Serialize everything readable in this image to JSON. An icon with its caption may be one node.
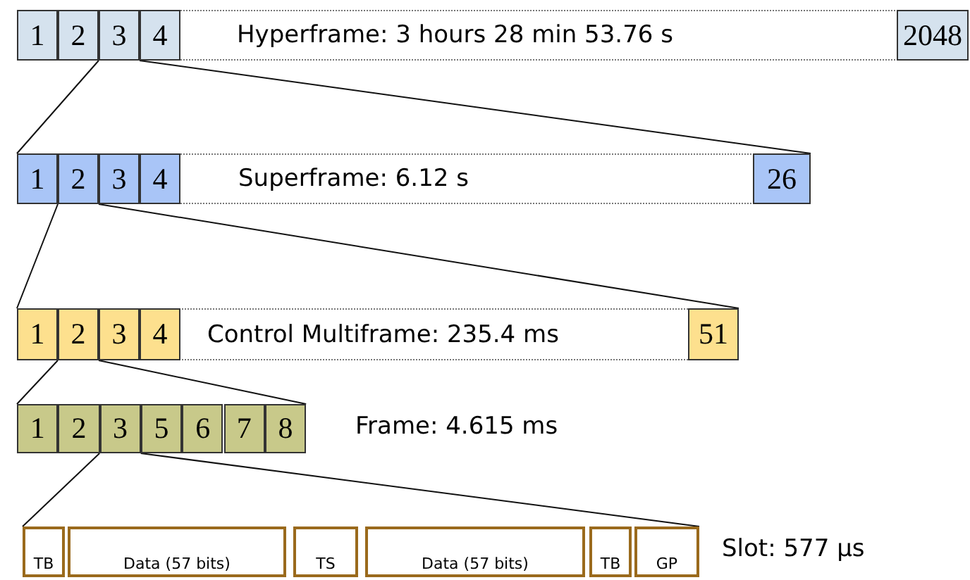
{
  "diagram": {
    "nodes": [
      {
        "text": [
          "Hyperframe: 3 hours 28 min 53.76 s"
        ]
      },
      {
        "text": [
          "1"
        ],
        "in": 0
      },
      {
        "text": [
          "2"
        ],
        "in": 0
      },
      {
        "text": [
          "3"
        ],
        "in": 0
      },
      {
        "text": [
          "4"
        ],
        "in": 0
      },
      {
        "text": [
          "2048"
        ],
        "in": 0
      },
      {
        "text": [
          "Superframe: 6.12 s"
        ]
      },
      {
        "text": [
          "1"
        ],
        "in": 6
      },
      {
        "text": [
          "2"
        ],
        "in": 6
      },
      {
        "text": [
          "3"
        ],
        "in": 6
      },
      {
        "text": [
          "4"
        ],
        "in": 6
      },
      {
        "text": [
          "26"
        ],
        "in": 6
      },
      {
        "text": [
          "Control Multiframe: 235.4 ms"
        ]
      },
      {
        "text": [
          "1"
        ],
        "in": 12
      },
      {
        "text": [
          "2"
        ],
        "in": 12
      },
      {
        "text": [
          "3"
        ],
        "in": 12
      },
      {
        "text": [
          "4"
        ],
        "in": 12
      },
      {
        "text": [
          "51"
        ],
        "in": 12
      },
      {
        "text": [
          "1"
        ]
      },
      {
        "text": [
          "2"
        ]
      },
      {
        "text": [
          "3"
        ]
      },
      {
        "text": [
          "5"
        ]
      },
      {
        "text": [
          "6"
        ]
      },
      {
        "text": [
          "7"
        ]
      },
      {
        "text": [
          "8"
        ]
      },
      {
        "text": [
          "TB"
        ]
      },
      {
        "text": [
          "Data (57 bits)"
        ]
      },
      {
        "text": [
          "TS"
        ]
      },
      {
        "text": [
          "Data (57 bits)"
        ]
      },
      {
        "text": [
          "TB"
        ]
      },
      {
        "text": [
          "GP"
        ]
      }
    ],
    "edges": [
      {
        "from": 3,
        "to": 6,
        "arrow": "none"
      },
      {
        "from": 3,
        "to": 6,
        "arrow": "none"
      },
      {
        "from": 8,
        "to": 12,
        "arrow": "none"
      },
      {
        "from": 8,
        "to": 12,
        "arrow": "none"
      },
      {
        "from": 14,
        "to": 18,
        "arrow": "none"
      },
      {
        "from": 14,
        "to": 24,
        "arrow": "none"
      },
      {
        "from": 20,
        "to": 25,
        "arrow": "none"
      },
      {
        "from": 20,
        "to": 30,
        "arrow": "none"
      }
    ],
    "labels": [
      "Frame: 4.615 ms",
      "Slot: 577 μs"
    ]
  }
}
